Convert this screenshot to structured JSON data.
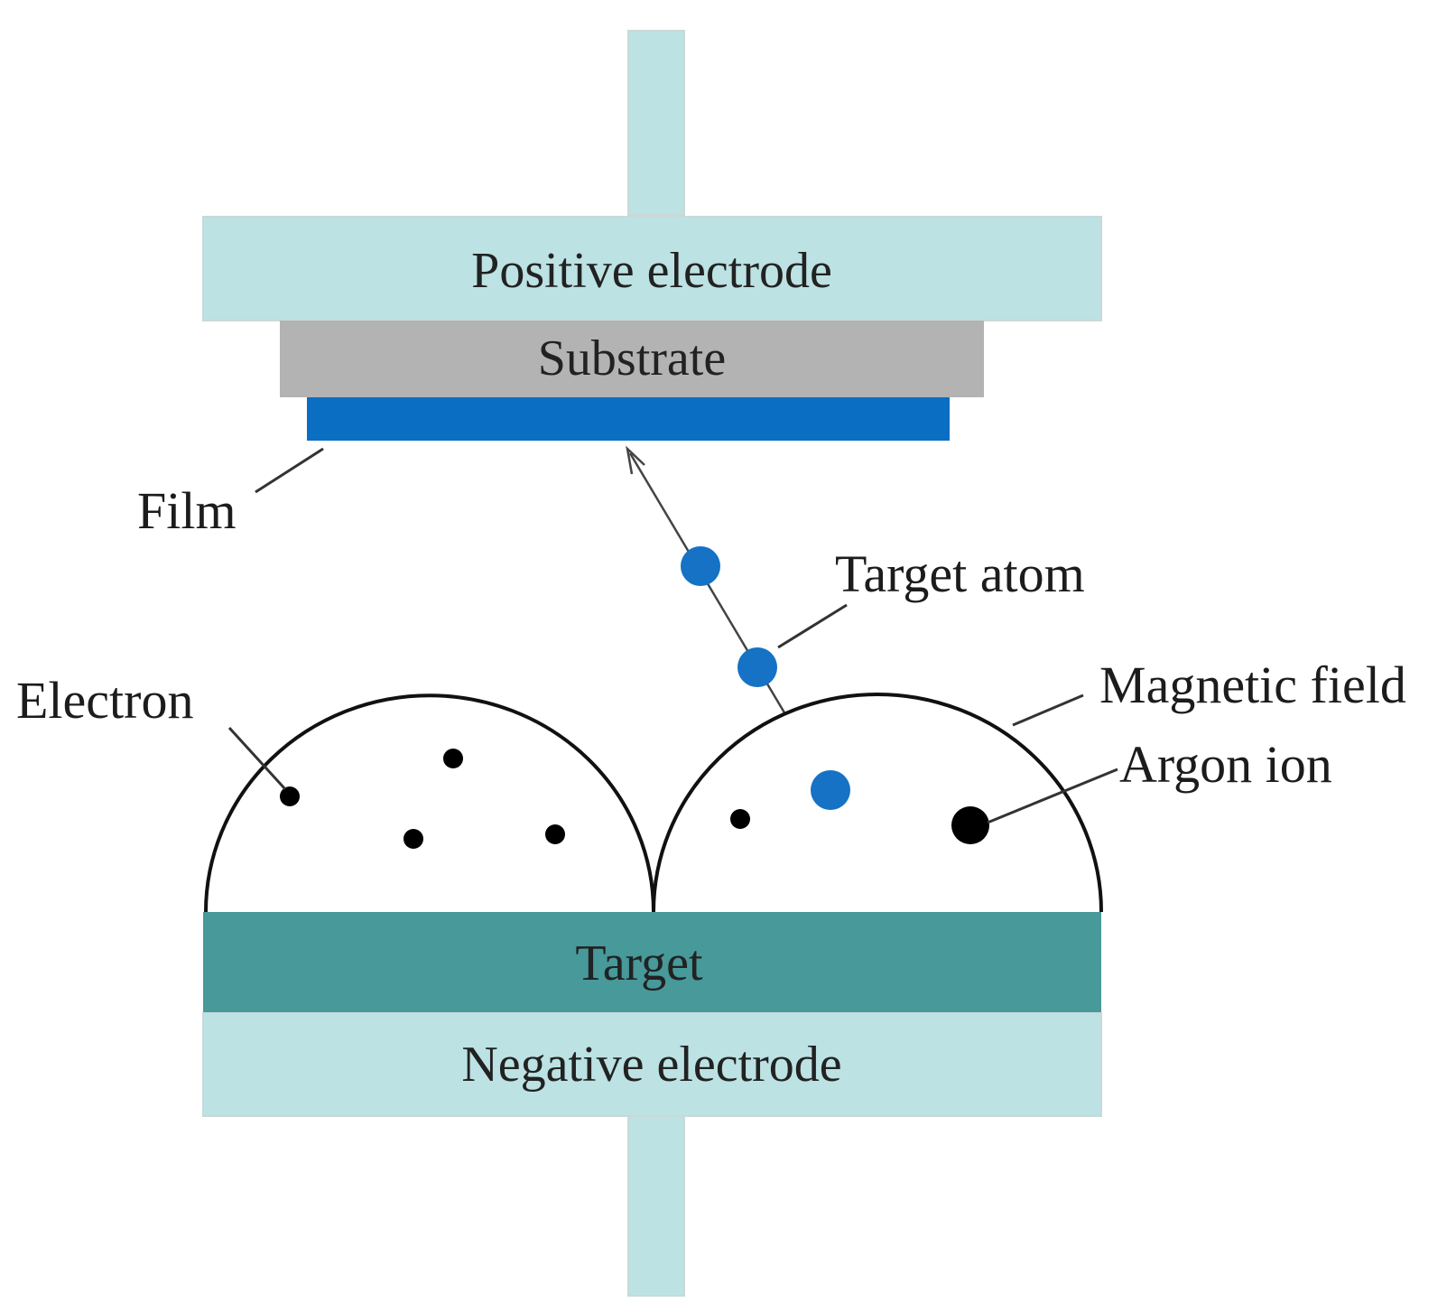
{
  "blocks": {
    "positive_electrode": "Positive electrode",
    "substrate": "Substrate",
    "target": "Target",
    "negative_electrode": "Negative electrode"
  },
  "callouts": {
    "film": "Film",
    "target_atom": "Target atom",
    "magnetic_field": "Magnetic field",
    "argon_ion": "Argon ion",
    "electron": "Electron"
  },
  "colors": {
    "electrode": "#bce2e3",
    "substrate": "#b3b3b3",
    "film": "#0a6fc2",
    "target": "#47999a",
    "target_atom": "#1572c4",
    "electron": "#000000",
    "argon_ion": "#000000"
  }
}
